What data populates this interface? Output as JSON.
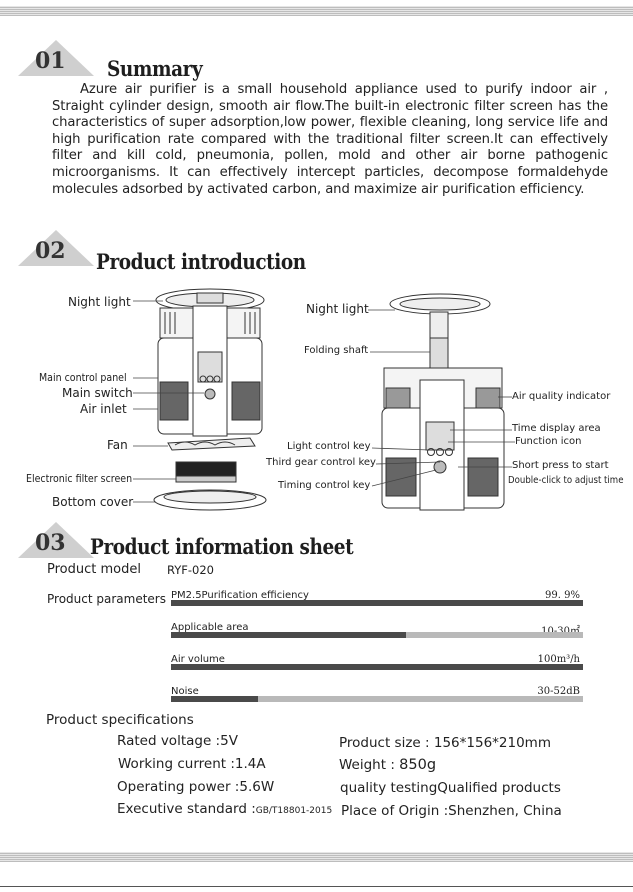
{
  "sections": [
    {
      "num": "01",
      "title": "Summary"
    },
    {
      "num": "02",
      "title": "Product introduction"
    },
    {
      "num": "03",
      "title": "Product information sheet"
    }
  ],
  "summary": {
    "text": "Azure air purifier is a small household appliance used to purify  indoor air , Straight cylinder design, smooth air flow.The built-in  electronic filter screen has the characteristics of super adsorption,low power, flexible cleaning, long service life and high purification rate compared with the traditional filter screen.It can effectively filter and kill cold, pneumonia, pollen, mold and other air borne  pathogenic microorganisms. It can effectively intercept particles, decompose formaldehyde molecules adsorbed by activated carbon, and maximize air purification efficiency."
  },
  "diagram": {
    "left_labels": {
      "night_light": "Night light",
      "main_control_panel": "Main control panel",
      "main_switch": "Main switch",
      "air_inlet": "Air inlet",
      "fan": "Fan",
      "electronic_filter_screen": "Electronic filter screen",
      "bottom_cover": "Bottom cover"
    },
    "right_labels": {
      "night_light": "Night light",
      "folding_shaft": "Folding shaft",
      "light_control_key": "Light control key",
      "third_gear_control_key": "Third gear control key",
      "timing_control_key": "Timing control key",
      "air_quality_indicator": "Air quality indicator",
      "time_display_area": "Time display area",
      "function_icon": "Function icon",
      "short_press": "Short press to start",
      "double_click": "Double-click to adjust time"
    }
  },
  "info": {
    "model_label": "Product model",
    "model_value": "RYF-020",
    "params_label": "Product parameters",
    "params": [
      {
        "label": "PM2.5Purification efficiency",
        "value": "99. 9%",
        "level": 1.0
      },
      {
        "label": "Applicable area",
        "value": "10-30㎡",
        "level": 0.57
      },
      {
        "label": "Air volume",
        "value": "100m³/h",
        "level": 1.0
      },
      {
        "label": "Noise",
        "value": "30-52dB",
        "level": 0.21
      }
    ],
    "specs_label": "Product specifications",
    "specs_left": [
      {
        "label": "Rated voltage :",
        "value": "5V"
      },
      {
        "label": "Working current :",
        "value": "1.4A"
      },
      {
        "label": "Operating power :",
        "value": "5.6W"
      },
      {
        "label": "Executive standard :",
        "value": "GB/T18801-2015"
      }
    ],
    "specs_right": [
      {
        "label": "Product size :",
        "value": "156*156*210mm"
      },
      {
        "label": "Weight :",
        "value": "850g"
      },
      {
        "label": "quality testing",
        "value": "Qualified products"
      },
      {
        "label": "Place of Origin :",
        "value": "Shenzhen, China"
      }
    ]
  },
  "colors": {
    "bar_dark": "#4a4a4a",
    "bar_light": "#b9b9b9",
    "triangle": "#cfcfcf"
  }
}
